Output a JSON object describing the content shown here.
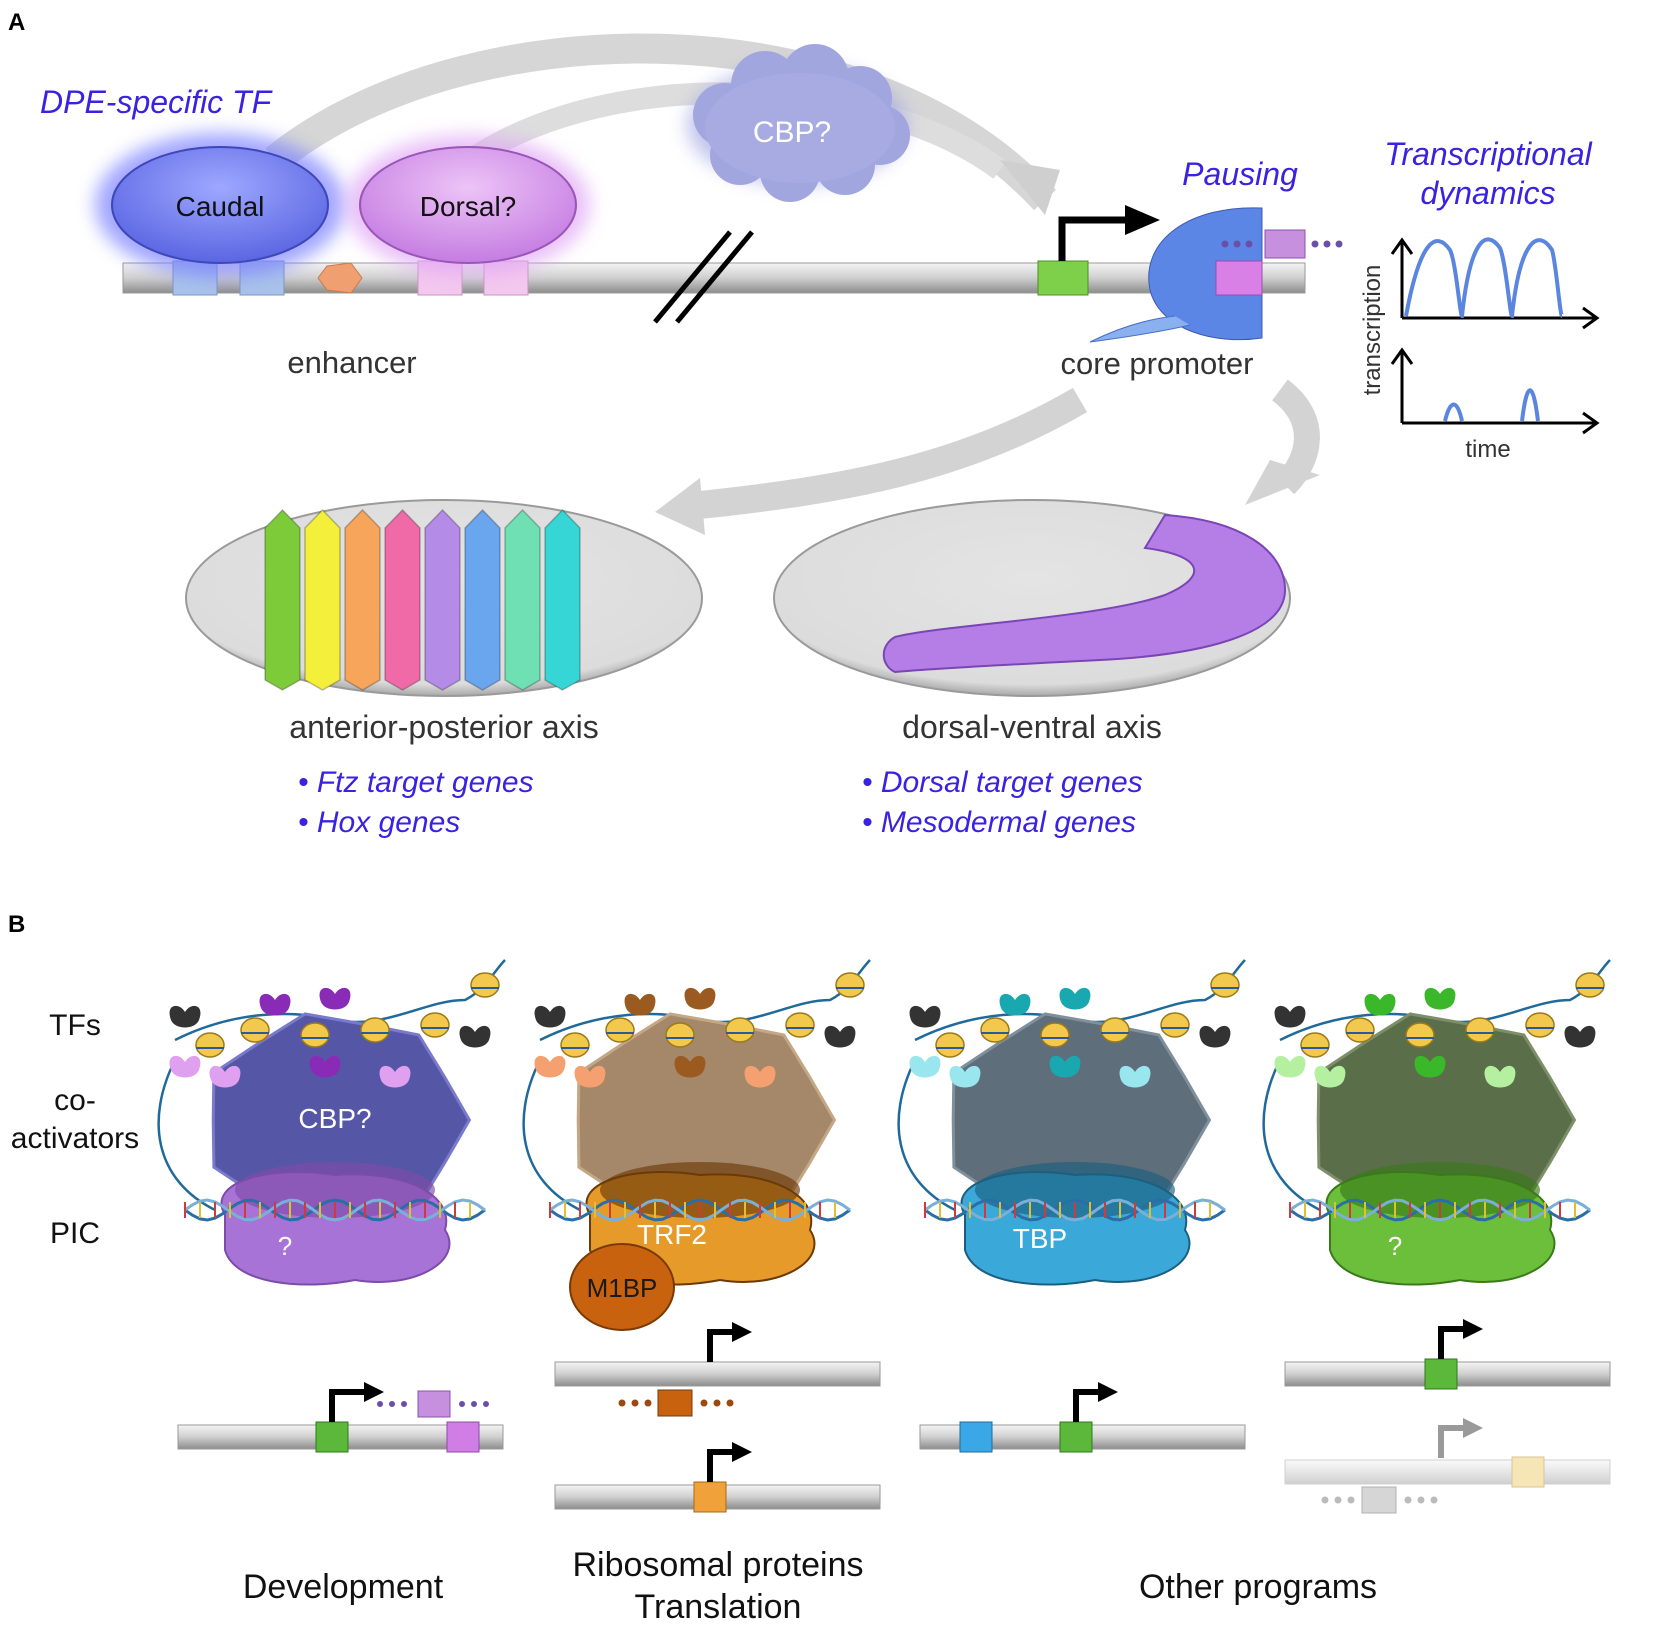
{
  "panel_a": {
    "panel_label": "A",
    "dpe_tf_label": "DPE-specific TF",
    "caudal": "Caudal",
    "dorsal": "Dorsal?",
    "cbp": "CBP?",
    "pausing": "Pausing",
    "enhancer": "enhancer",
    "core_promoter": "core promoter",
    "dynamics_title_1": "Transcriptional",
    "dynamics_title_2": "dynamics",
    "transcription_axis": "transcription",
    "time_axis": "time",
    "ap_axis": "anterior-posterior axis",
    "ap_genes": [
      "• Ftz target genes",
      "• Hox genes"
    ],
    "dv_axis": "dorsal-ventral axis",
    "dv_genes": [
      "• Dorsal target genes",
      "• Mesodermal genes"
    ],
    "stripe_colors": [
      "#7ecb3a",
      "#f3ef3a",
      "#f7a55a",
      "#f06aa8",
      "#b48be6",
      "#6aa6ee",
      "#6ee0b4",
      "#36d6d6"
    ]
  },
  "panel_b": {
    "panel_label": "B",
    "tfs": "TFs",
    "coactivators_1": "co-",
    "coactivators_2": "activators",
    "pic": "PIC",
    "cbp": "CBP?",
    "pic_dev": "?",
    "trf2": "TRF2",
    "m1bp": "M1BP",
    "tbp": "TBP",
    "pic_other": "?",
    "development": "Development",
    "ribosomal_1": "Ribosomal proteins",
    "ribosomal_2": "Translation",
    "other_programs": "Other programs"
  }
}
